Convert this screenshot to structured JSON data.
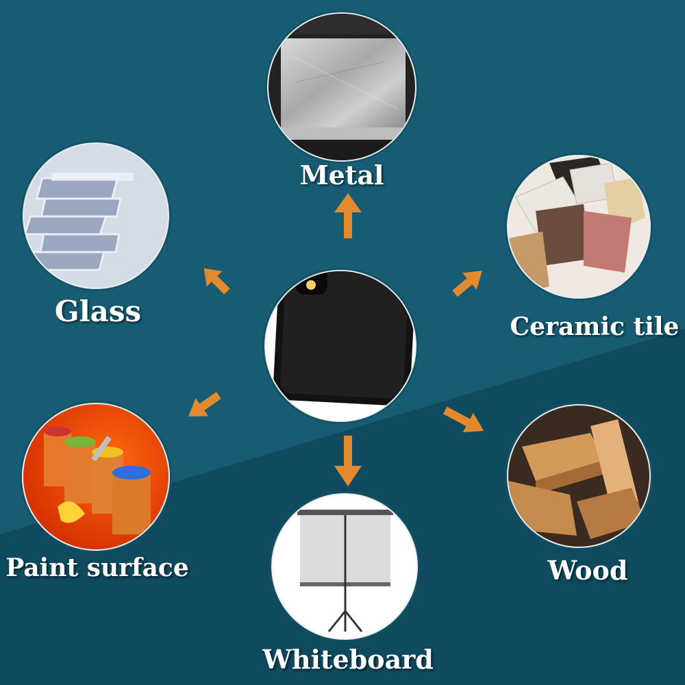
{
  "surfaces": {
    "metal": "Metal",
    "glass": "Glass",
    "ceramic": "Ceramic tile",
    "paint": "Paint surface",
    "wood": "Wood",
    "whiteboard": "Whiteboard"
  },
  "colors": {
    "background_upper": "#175c73",
    "background_lower": "#0f4a5e",
    "arrow": "#e3892e",
    "label": "#ffffff"
  },
  "icons": [
    "phone-case-image",
    "metal-plate-image",
    "glass-panes-image",
    "ceramic-tiles-image",
    "paint-cans-image",
    "wood-blocks-image",
    "projection-screen-image",
    "arrow-icon"
  ]
}
